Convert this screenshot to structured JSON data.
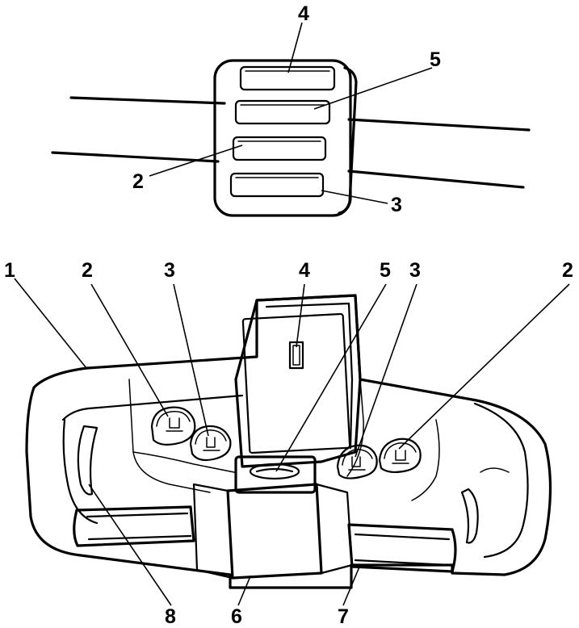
{
  "top_view": {
    "callouts": {
      "c4": "4",
      "c5": "5",
      "c2": "2",
      "c3": "3"
    },
    "icons": [
      "cable-icon",
      "button-panel-icon"
    ]
  },
  "main_view": {
    "callouts": {
      "c1": "1",
      "c2_left": "2",
      "c3_left": "3",
      "c4": "4",
      "c5": "5",
      "c3_right": "3",
      "c2_right": "2",
      "c8": "8",
      "c6": "6",
      "c7": "7"
    },
    "icons": [
      "lift-down-button-icon",
      "lift-up-button-icon",
      "display-panel-icon",
      "grip-handle-icon"
    ]
  }
}
